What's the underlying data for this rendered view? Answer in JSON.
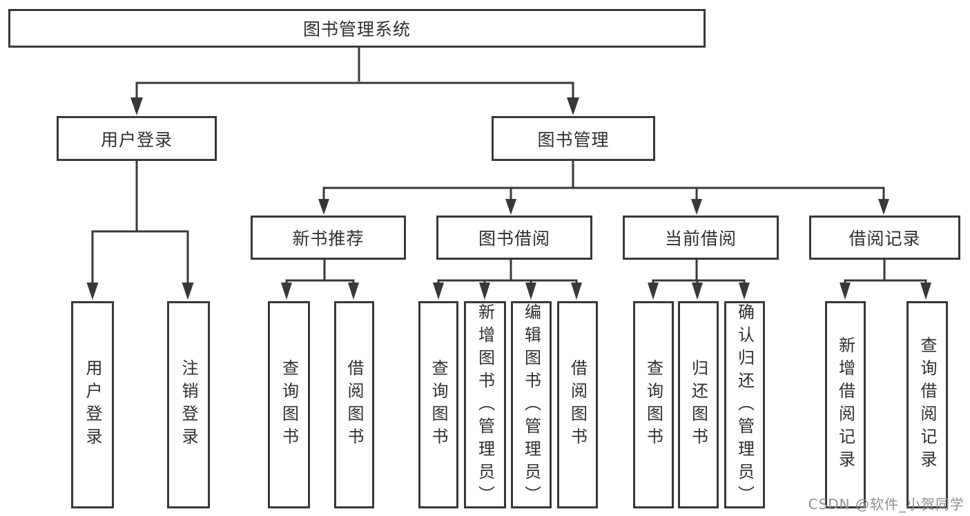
{
  "tree": {
    "root": "图书管理系统",
    "children": [
      {
        "label": "用户登录",
        "children": [
          "用户登录",
          "注销登录"
        ]
      },
      {
        "label": "图书管理",
        "children": [
          {
            "label": "新书推荐",
            "children": [
              "查询图书",
              "借阅图书"
            ]
          },
          {
            "label": "图书借阅",
            "children": [
              "查询图书",
              "新增图书（管理员）",
              "编辑图书（管理员）",
              "借阅图书"
            ]
          },
          {
            "label": "当前借阅",
            "children": [
              "查询图书",
              "归还图书",
              "确认归还（管理员）"
            ]
          },
          {
            "label": "借阅记录",
            "children": [
              "新增借阅记录",
              "查询借阅记录"
            ]
          }
        ]
      }
    ]
  },
  "watermark": "CSDN @软件_小贺同学",
  "colors": {
    "line": "#383838",
    "box_border": "#383838",
    "box_background": "#ffffff",
    "text": "#2d2f33",
    "watermark": "#8f8f8f"
  }
}
